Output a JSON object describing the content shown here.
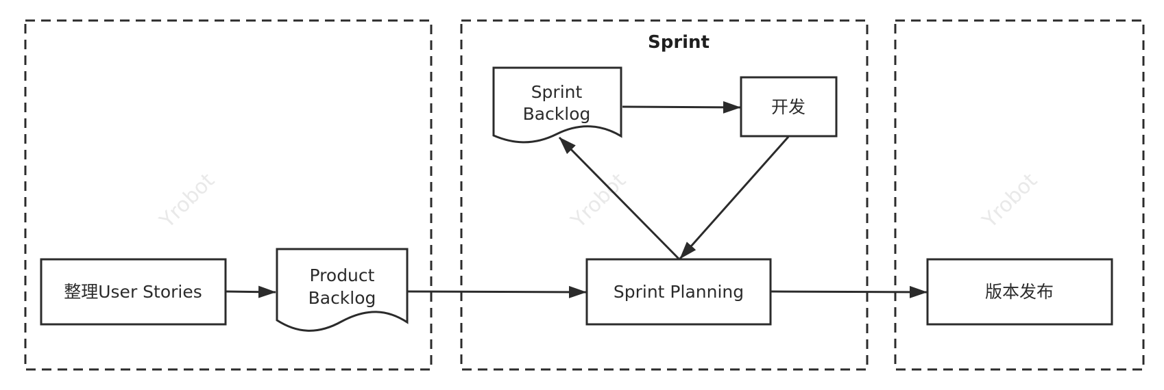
{
  "diagram": {
    "lanes": {
      "sprint_title": "Sprint"
    },
    "nodes": {
      "user_stories": "整理User Stories",
      "product_backlog": [
        "Product",
        "Backlog"
      ],
      "sprint_planning": "Sprint Planning",
      "sprint_backlog": [
        "Sprint",
        "Backlog"
      ],
      "develop": "开发",
      "release": "版本发布"
    },
    "edges": [
      {
        "from": "user_stories",
        "to": "product_backlog"
      },
      {
        "from": "product_backlog",
        "to": "sprint_planning"
      },
      {
        "from": "sprint_planning",
        "to": "sprint_backlog"
      },
      {
        "from": "sprint_backlog",
        "to": "develop"
      },
      {
        "from": "develop",
        "to": "sprint_planning"
      },
      {
        "from": "sprint_planning",
        "to": "release"
      }
    ],
    "watermark": "Yrobot"
  }
}
